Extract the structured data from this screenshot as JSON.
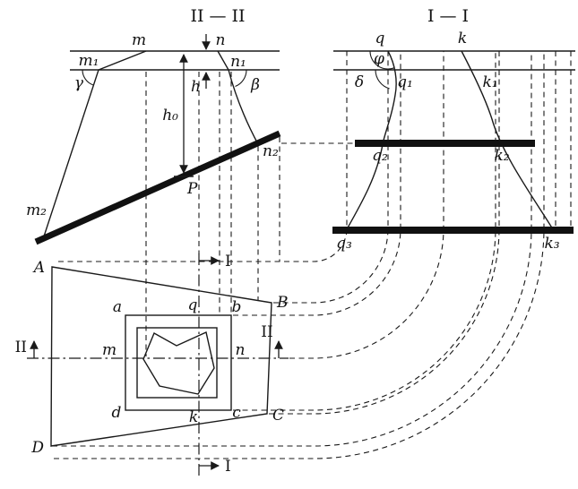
{
  "title_section2": "II — II",
  "title_section1": "I — I",
  "section2": {
    "m": "m",
    "m1": "m₁",
    "m2": "m₂",
    "n": "n",
    "n1": "n₁",
    "n2": "n₂",
    "gamma": "γ",
    "beta": "β",
    "h": "h",
    "h0": "h₀",
    "p": "P"
  },
  "section1": {
    "q": "q",
    "q1": "q₁",
    "q2": "q₂",
    "q3": "q₃",
    "k": "k",
    "k1": "k₁",
    "k2": "k₂",
    "k3": "k₃",
    "phi": "φ",
    "delta": "δ"
  },
  "plan": {
    "A": "A",
    "B": "B",
    "C": "C",
    "D": "D",
    "a": "a",
    "b": "b",
    "c": "c",
    "d": "d",
    "q": "q",
    "k": "k",
    "m": "m",
    "n": "n",
    "cut_I": "I",
    "cut_II": "II"
  },
  "colors": {
    "ink": "#1a1a1a",
    "background": "#ffffff"
  }
}
